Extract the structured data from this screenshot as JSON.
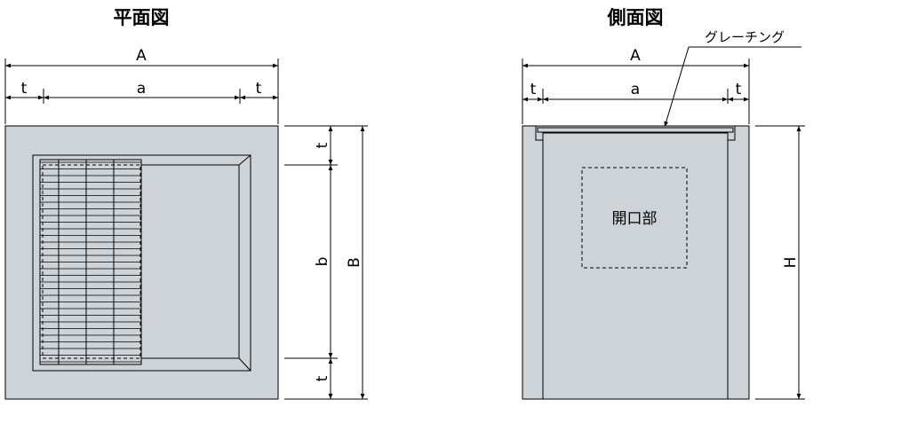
{
  "plan_view": {
    "title": "平面図",
    "dim_A": "A",
    "dim_a": "a",
    "dim_t_left": "t",
    "dim_t_right": "t",
    "dim_t_top": "t",
    "dim_b": "b",
    "dim_t_bottom": "t",
    "dim_B": "B"
  },
  "side_view": {
    "title": "側面図",
    "grating_label": "グレーチング",
    "dim_A": "A",
    "dim_a": "a",
    "dim_t_left": "t",
    "dim_t_right": "t",
    "opening_label": "開口部",
    "dim_H": "H"
  },
  "colors": {
    "concrete_fill": "#ced3d7",
    "line": "#000000",
    "background": "#ffffff"
  }
}
